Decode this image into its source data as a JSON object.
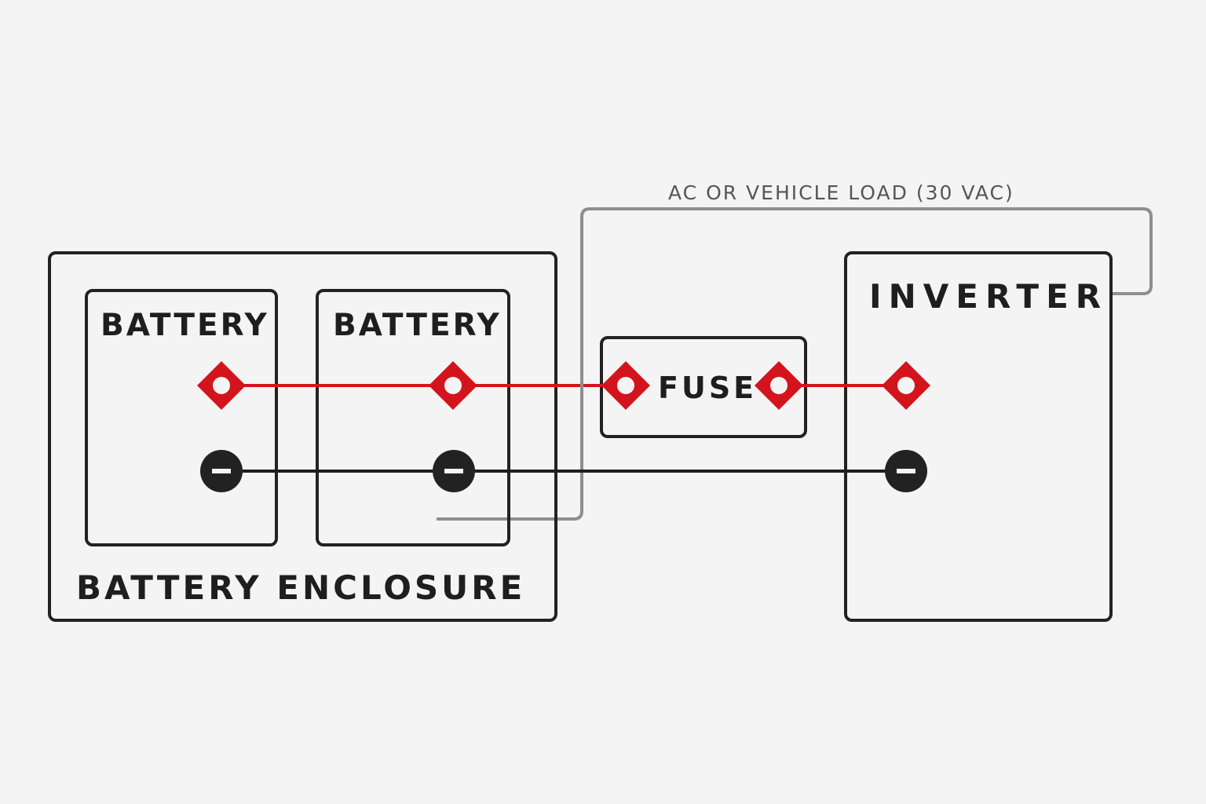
{
  "diagram": {
    "labels": {
      "battery_1": "BATTERY",
      "battery_2": "BATTERY",
      "enclosure": "BATTERY ENCLOSURE",
      "fuse": "FUSE",
      "inverter": "INVERTER",
      "ac_load": "AC OR VEHICLE LOAD (30 VAC)"
    },
    "terminal_symbols": {
      "negative": "−"
    },
    "colors": {
      "positive_wire": "#d4141c",
      "negative_wire": "#1e1e1e",
      "ac_wire": "#8e8e8e",
      "background": "#f4f4f4"
    }
  }
}
